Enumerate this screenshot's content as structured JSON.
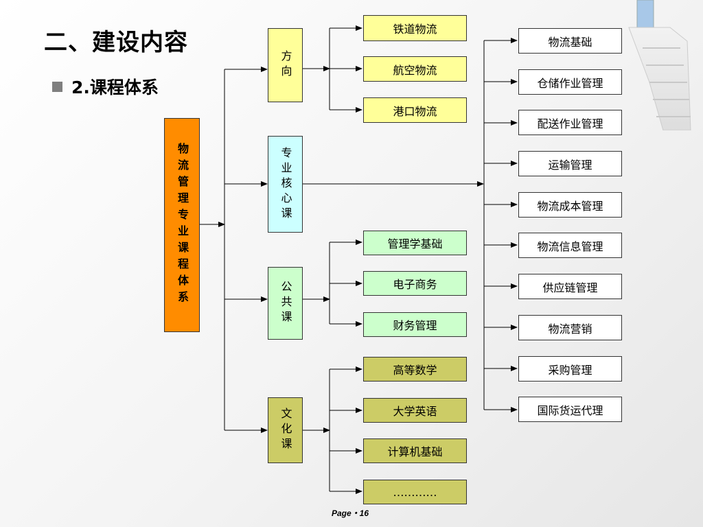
{
  "slide": {
    "title": "二、建设内容",
    "subtitle": "2.课程体系",
    "footer": "Page・16"
  },
  "diagram": {
    "root": "物流管理专业课程体系",
    "categories": {
      "direction": "方向",
      "core": "专业核心课",
      "public": "公共课",
      "culture": "文化课"
    },
    "direction_items": [
      "铁道物流",
      "航空物流",
      "港口物流"
    ],
    "public_items": [
      "管理学基础",
      "电子商务",
      "财务管理"
    ],
    "culture_items": [
      "高等数学",
      "大学英语",
      "计算机基础",
      "…………"
    ],
    "core_items": [
      "物流基础",
      "仓储作业管理",
      "配送作业管理",
      "运输管理",
      "物流成本管理",
      "物流信息管理",
      "供应链管理",
      "物流营销",
      "采购管理",
      "国际货运代理"
    ]
  },
  "colors": {
    "root": "#ff8c00",
    "direction": "#ffff99",
    "core": "#ccffff",
    "public": "#ccffcc",
    "culture": "#cccc66",
    "core_items": "#ffffff"
  }
}
